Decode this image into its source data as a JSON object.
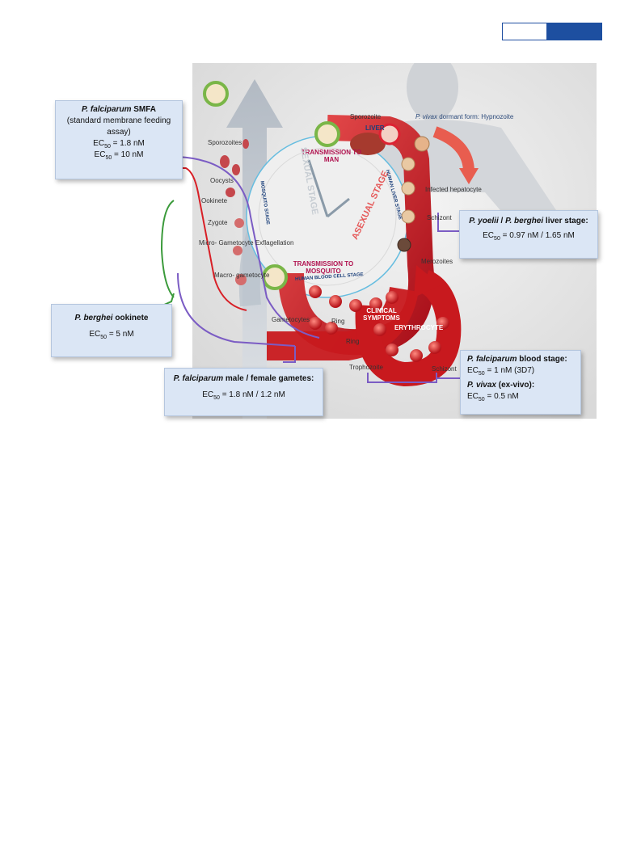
{
  "header": {
    "accent_color": "#1d4fa0"
  },
  "boxes": {
    "smfa": {
      "species": "P. falciparum",
      "assay": "SMFA",
      "subtitle1": "(standard membrane feeding",
      "subtitle2": "assay)",
      "ec1_value": "= 1.8 nM",
      "ec2_value": "= 10 nM"
    },
    "liver": {
      "species_a": "P. yoelii",
      "sep": " / ",
      "species_b": "P. berghei",
      "stage": " liver stage:",
      "ec_value": "= 0.97 nM / 1.65 nM"
    },
    "ookinete": {
      "species": "P. berghei",
      "stage": " ookinete",
      "ec_value": "= 5 nM"
    },
    "gametes": {
      "species": "P. falciparum",
      "stage": " male / female gametes:",
      "ec_value": "= 1.8 nM / 1.2 nM"
    },
    "blood": {
      "species": "P. falciparum",
      "stage": "  blood stage:",
      "ec_value": "= 1 nM (3D7)",
      "species2": "P. vivax",
      "stage2": " (ex-vivo):",
      "ec2_value": "= 0.5 nM"
    },
    "ec_label": "EC",
    "ec_sub": "50"
  },
  "diagram": {
    "transmission_to_man": [
      "TRANSMISSION",
      "TO MAN"
    ],
    "transmission_to_mosquito": [
      "TRANSMISSION",
      "TO MOSQUITO"
    ],
    "sexual_stage": "SEXUAL STAGE",
    "asexual_stage": "ASEXUAL STAGE",
    "mosquito_stage": "MOSQUITO STAGE",
    "human_liver_stage": "HUMAN LIVER STAGE",
    "human_blood_cell_stage": "HUMAN BLOOD CELL STAGE",
    "clinical_symptoms": [
      "CLINICAL",
      "SYMPTOMS"
    ],
    "erythrocyte": "ERYTHROCYTE",
    "liver": "LIVER",
    "labels": {
      "sporozoites": "Sporozoites",
      "oocysts": "Oocysts",
      "ookinete": "Ookinete",
      "zygote": "Zygote",
      "micro": [
        "Micro-",
        "Gametocyte",
        "Exflagellation"
      ],
      "macro": [
        "Macro-",
        "gametocyte"
      ],
      "gametocytes": "Gametocytes",
      "ring1": "Ring",
      "ring2": "Ring",
      "trophozoite": "Trophozoite",
      "schizont_blood": "Schizont",
      "merozoites": "Merozoites",
      "schizont_liver": "Schizont",
      "infected": [
        "Infected",
        "hepatocyte"
      ],
      "sporozoite": "Sporozoite",
      "vivax": [
        "P. vivax",
        "dormant form:",
        "Hypnozoite"
      ]
    }
  },
  "colors": {
    "purple": "#7b5cc4",
    "red": "#d81f26",
    "green": "#3a9a3a",
    "red_arrow": "#c8191e",
    "box_fill": "#dbe6f5"
  }
}
